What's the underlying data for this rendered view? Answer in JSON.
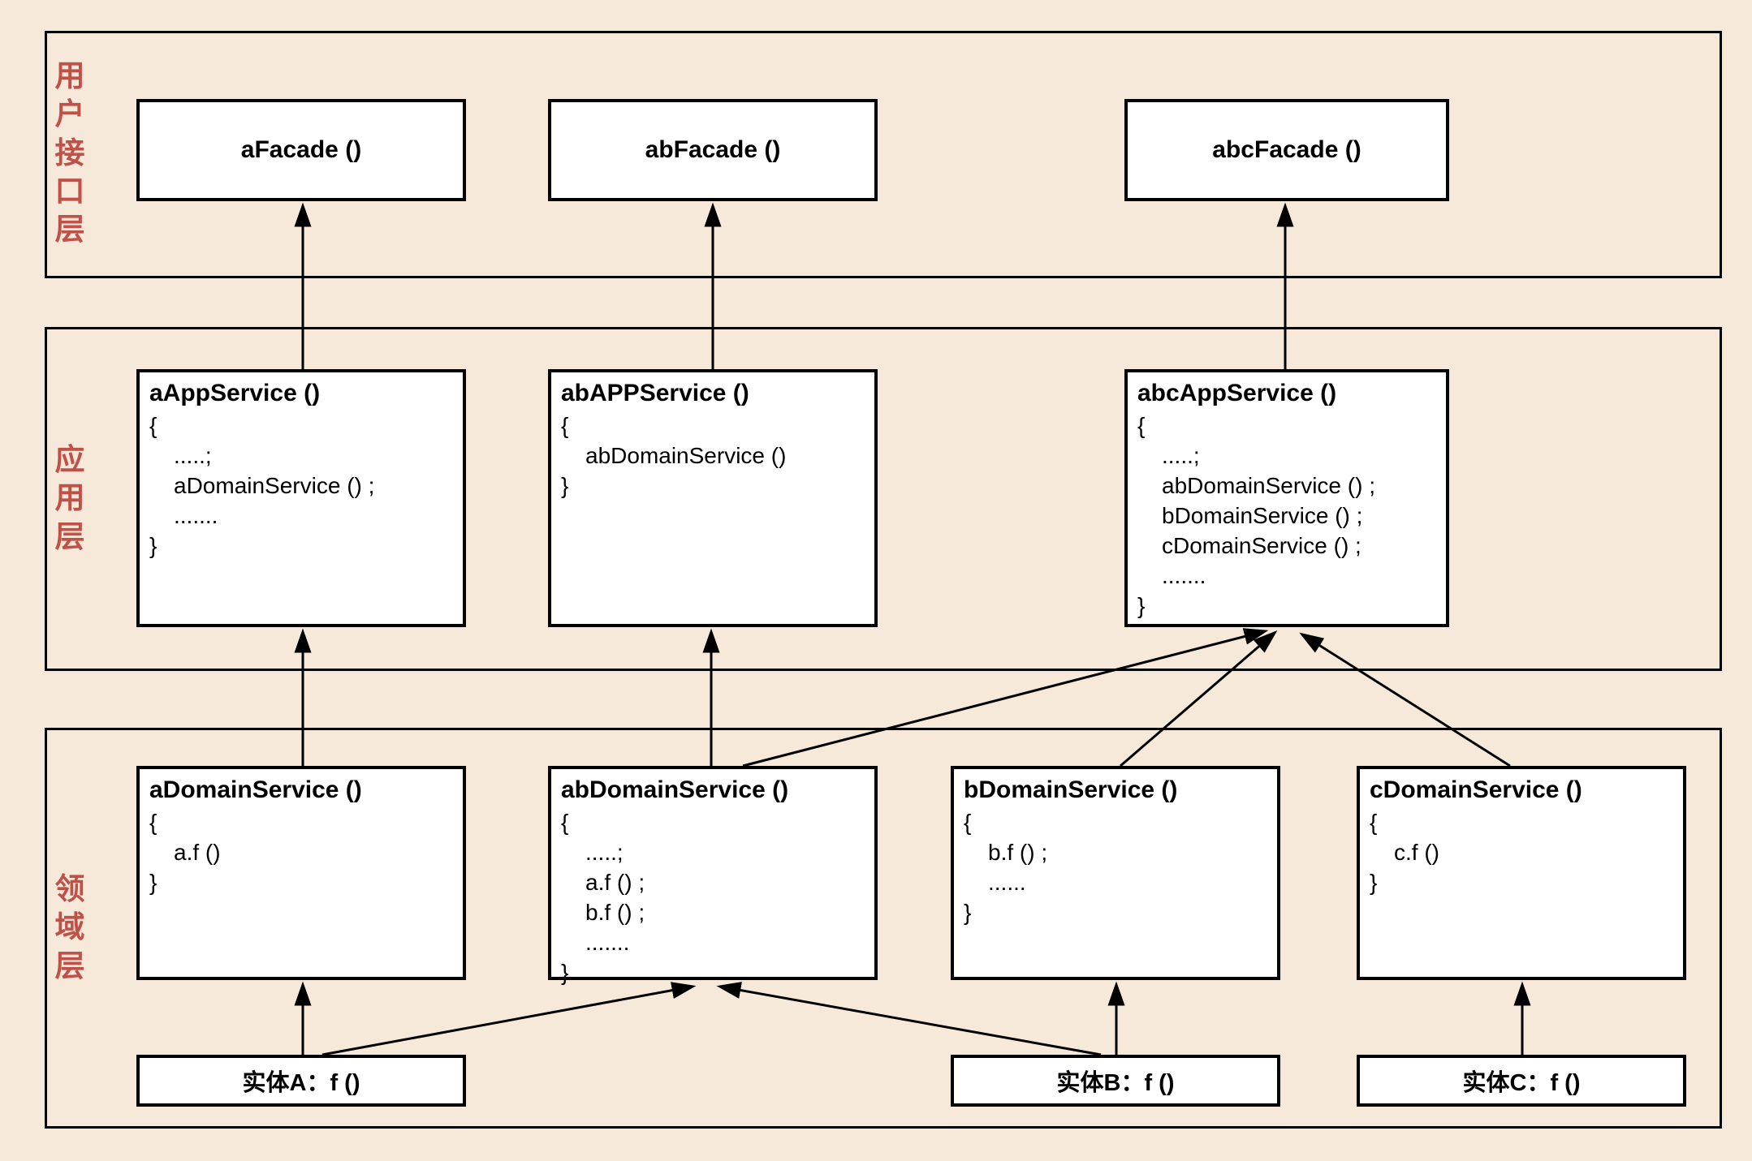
{
  "colors": {
    "background": "#f6e9da",
    "box_background": "#ffffff",
    "border": "#000000",
    "layer_label_red": "#bf5149"
  },
  "layers": [
    {
      "label": "用户接口层"
    },
    {
      "label": "应用层"
    },
    {
      "label": "领域层"
    }
  ],
  "facade_boxes": [
    {
      "title": "aFacade ()"
    },
    {
      "title": "abFacade ()"
    },
    {
      "title": "abcFacade ()"
    }
  ],
  "app_boxes": [
    {
      "title": "aAppService ()",
      "lines": [
        "{",
        ".....;",
        "aDomainService () ;",
        ".......",
        "}"
      ]
    },
    {
      "title": "abAPPService ()",
      "lines": [
        "{",
        "abDomainService ()",
        "}"
      ]
    },
    {
      "title": "abcAppService ()",
      "lines": [
        "{",
        ".....;",
        "abDomainService () ;",
        "bDomainService () ;",
        "cDomainService () ;",
        ".......",
        "}"
      ]
    }
  ],
  "domain_boxes": [
    {
      "title": "aDomainService ()",
      "lines": [
        "{",
        "a.f ()",
        "}"
      ]
    },
    {
      "title": "abDomainService ()",
      "lines": [
        "{",
        ".....;",
        "a.f () ;",
        "b.f () ;",
        ".......",
        "}"
      ]
    },
    {
      "title": "bDomainService ()",
      "lines": [
        "{",
        "b.f () ;",
        "......",
        "}"
      ]
    },
    {
      "title": "cDomainService ()",
      "lines": [
        "{",
        "c.f ()",
        "}"
      ]
    }
  ],
  "entity_boxes": [
    {
      "title": "实体A：f ()"
    },
    {
      "title": "实体B：f ()"
    },
    {
      "title": "实体C：f ()"
    }
  ],
  "edges": [
    {
      "from": "aAppService",
      "to": "aFacade"
    },
    {
      "from": "abAPPService",
      "to": "abFacade"
    },
    {
      "from": "abcAppService",
      "to": "abcFacade"
    },
    {
      "from": "aDomainService",
      "to": "aAppService"
    },
    {
      "from": "abDomainService",
      "to": "abAPPService"
    },
    {
      "from": "abDomainService",
      "to": "abcAppService"
    },
    {
      "from": "bDomainService",
      "to": "abcAppService"
    },
    {
      "from": "cDomainService",
      "to": "abcAppService"
    },
    {
      "from": "实体A",
      "to": "aDomainService"
    },
    {
      "from": "实体A",
      "to": "abDomainService"
    },
    {
      "from": "实体B",
      "to": "bDomainService"
    },
    {
      "from": "实体B",
      "to": "abDomainService"
    },
    {
      "from": "实体C",
      "to": "cDomainService"
    }
  ]
}
